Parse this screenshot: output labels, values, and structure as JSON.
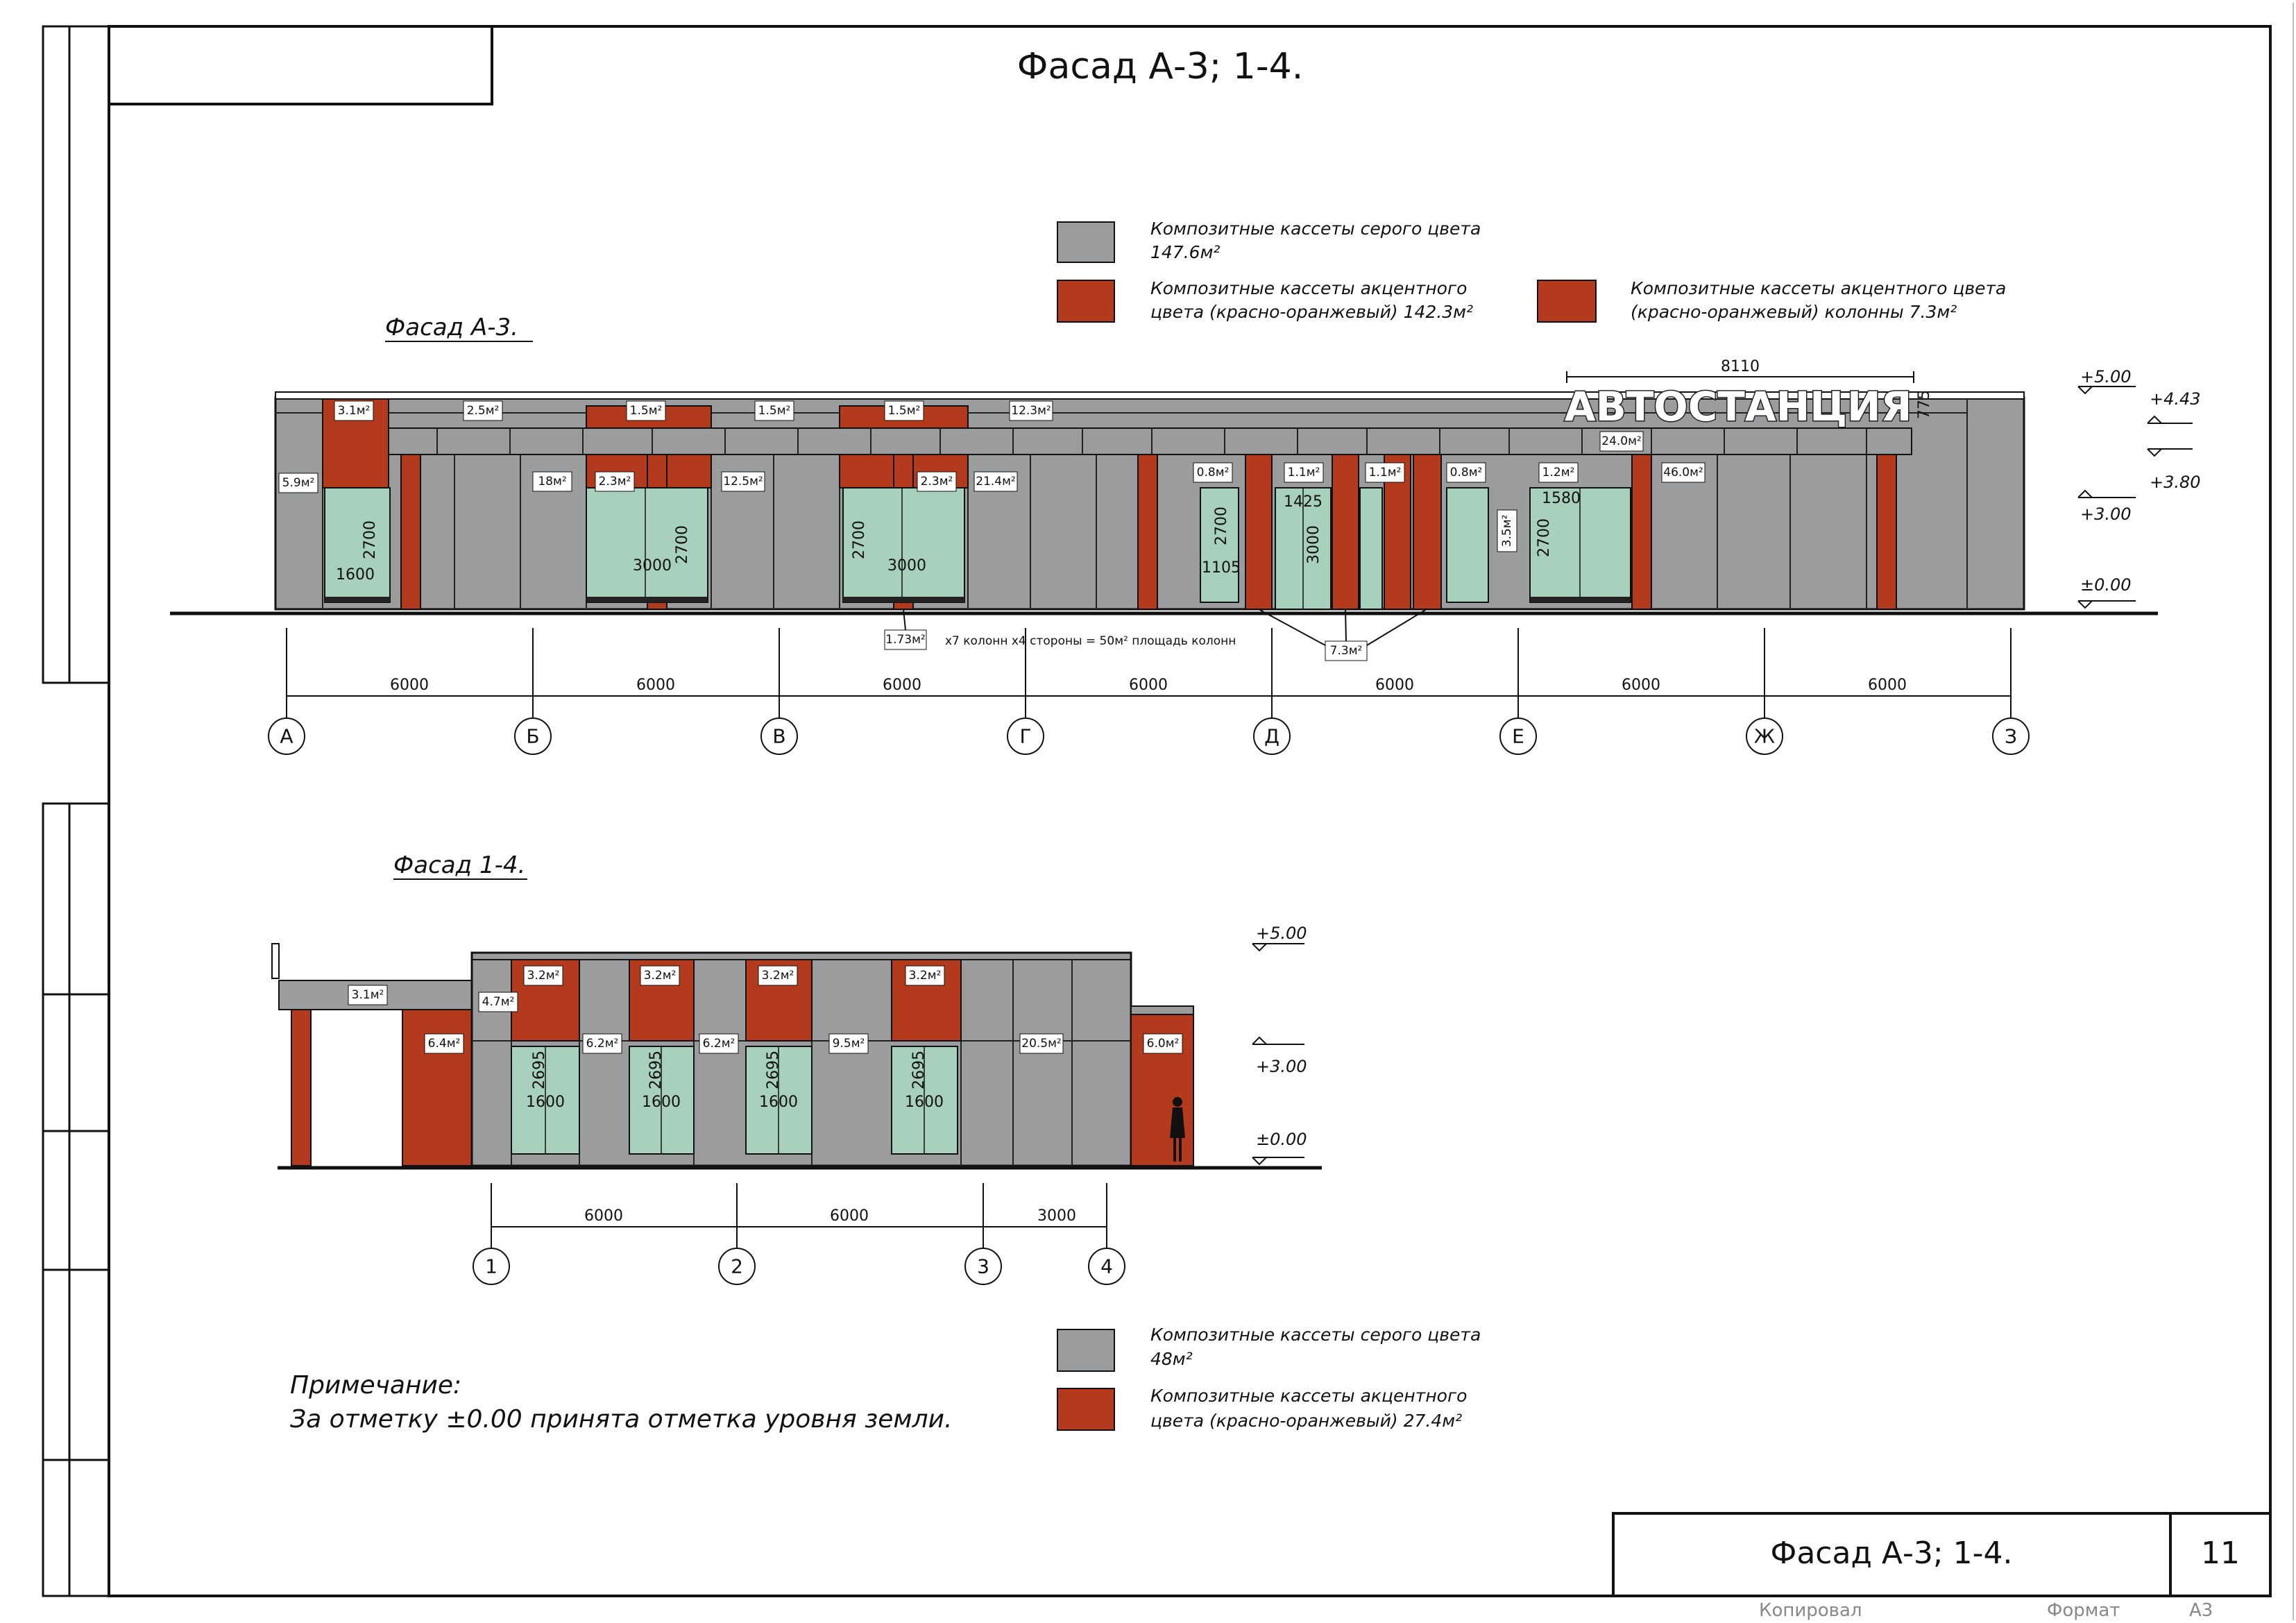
{
  "sheet": {
    "title": "Фасад А-3; 1-4.",
    "stamp_title": "Фасад А-3; 1-4.",
    "sheet_number": "11",
    "copied_label": "Копировал",
    "format_label": "Формат",
    "format_value": "А3"
  },
  "colors": {
    "gray_panel": "#9b9c9e",
    "accent_panel": "#b33a1c",
    "glass": "#a7d0bd",
    "line": "#111111"
  },
  "legend_top": {
    "gray": {
      "line1": "Композитные кассеты серого цвета",
      "line2": "147.6м²"
    },
    "accent": {
      "line1": "Композитные кассеты акцентного",
      "line2": "цвета (красно-оранжевый) 142.3м²"
    },
    "columns": {
      "line1": "Композитные кассеты акцентного цвета",
      "line2": "(красно-оранжевый) колонны  7.3м²"
    }
  },
  "legend_bottom": {
    "gray": {
      "line1": "Композитные кассеты серого цвета",
      "line2": "48м²"
    },
    "accent": {
      "line1": "Композитные кассеты акцентного",
      "line2": "цвета  (красно-оранжевый)  27.4м²"
    }
  },
  "facade_a3": {
    "title": "Фасад А-3.",
    "sign_text": "АВТОСТАНЦИЯ",
    "sign_width": "8110",
    "sign_height": "775",
    "levels": [
      "+5.00",
      "+4.43",
      "+3.80",
      "+3.00",
      "±0.00"
    ],
    "axes": [
      "А",
      "Б",
      "В",
      "Г",
      "Д",
      "Е",
      "Ж",
      "З"
    ],
    "spans": [
      "6000",
      "6000",
      "6000",
      "6000",
      "6000",
      "6000",
      "6000"
    ],
    "column_note": "х7 колонн х4 стороны = 50м² площадь колонн",
    "area_labels": {
      "a1": "3.1м²",
      "a2": "2.5м²",
      "a3": "1.5м²",
      "a4": "1.5м²",
      "a5": "1.5м²",
      "a6": "12.3м²",
      "a7": "5.9м²",
      "a8": "18м²",
      "a9": "2.3м²",
      "a10": "12.5м²",
      "a11": "2.3м²",
      "a12": "21.4м²",
      "a13": "0.8м²",
      "a14": "1.1м²",
      "a15": "1.1м²",
      "a16": "0.8м²",
      "a17": "1.2м²",
      "a18": "46.0м²",
      "a19": "24.0м²",
      "a20": "3.5м²",
      "a21": "1.73м²",
      "a22": "7.3м²"
    },
    "window_dims": {
      "w1h": "2700",
      "w1w": "1600",
      "w2h": "2700",
      "w2w": "3000",
      "w3h": "2700",
      "w3w": "3000",
      "w4h": "2700",
      "w4w": "1105",
      "d1h": "3000",
      "d1w": "1425",
      "w5h": "2700",
      "w5w": "1580"
    }
  },
  "facade_14": {
    "title": "Фасад 1-4.",
    "levels": [
      "+5.00",
      "+3.00",
      "±0.00"
    ],
    "axes": [
      "1",
      "2",
      "3",
      "4"
    ],
    "spans": [
      "6000",
      "6000",
      "3000"
    ],
    "area_labels": {
      "b1": "3.1м²",
      "b2": "4.7м²",
      "b3": "3.2м²",
      "b4": "3.2м²",
      "b5": "3.2м²",
      "b6": "3.2м²",
      "b7": "6.4м²",
      "b8": "6.2м²",
      "b9": "6.2м²",
      "b10": "9.5м²",
      "b11": "20.5м²",
      "b12": "6.0м²"
    },
    "window_h": "2695",
    "window_w": "1600"
  },
  "note": {
    "heading": "Примечание:",
    "text": "За отметку ±0.00 принята отметка уровня земли."
  }
}
